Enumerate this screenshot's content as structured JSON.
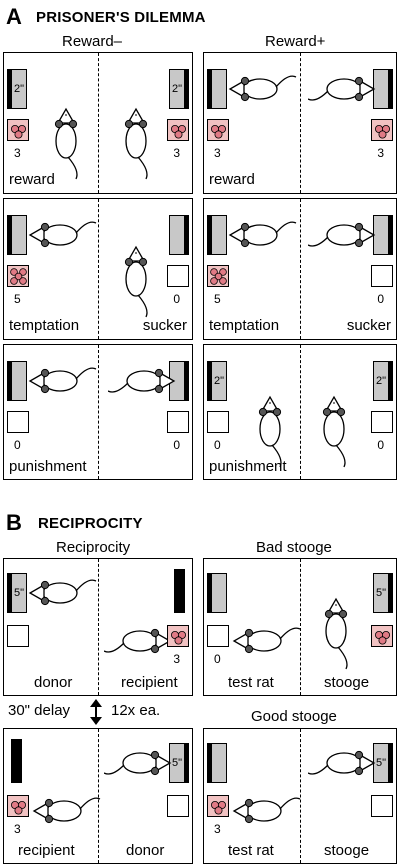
{
  "sectionA": {
    "letter": "A",
    "title": "PRISONER'S DILEMMA",
    "col_left": "Reward–",
    "col_right": "Reward+",
    "rows": [
      {
        "left": {
          "label": "reward",
          "n_left": "3",
          "n_right": "3",
          "lever_left": "2\"",
          "lever_right": "2\""
        },
        "right": {
          "label": "reward",
          "n_left": "3",
          "n_right": "3"
        }
      },
      {
        "left": {
          "label_left": "temptation",
          "label_right": "sucker",
          "n_left": "5",
          "n_right": "0"
        },
        "right": {
          "label_left": "temptation",
          "label_right": "sucker",
          "n_left": "5",
          "n_right": "0"
        }
      },
      {
        "left": {
          "label": "punishment",
          "n_left": "0",
          "n_right": "0"
        },
        "right": {
          "label": "punishment",
          "n_left": "0",
          "n_right": "0",
          "lever_left": "2\"",
          "lever_right": "2\""
        }
      }
    ]
  },
  "sectionB": {
    "letter": "B",
    "title": "RECIPROCITY",
    "col_left": "Reciprocity",
    "col_right": "Bad stooge",
    "col_right2": "Good stooge",
    "delay_text": "30\" delay",
    "repeat_text": "12x ea.",
    "top_left": {
      "label_left": "donor",
      "label_right": "recipient",
      "lever": "5\"",
      "n_right": "3"
    },
    "top_right": {
      "label_left": "test rat",
      "label_right": "stooge",
      "lever": "5\"",
      "n_left": "0"
    },
    "bottom_left": {
      "label_left": "recipient",
      "label_right": "donor",
      "lever": "5\"",
      "n_left": "3"
    },
    "bottom_right": {
      "label_left": "test rat",
      "label_right": "stooge",
      "lever": "5\"",
      "n_left": "3"
    }
  },
  "colors": {
    "food": "#f1c2c2",
    "food_pellet": "#e07a85",
    "lever": "#c8c8c8"
  }
}
